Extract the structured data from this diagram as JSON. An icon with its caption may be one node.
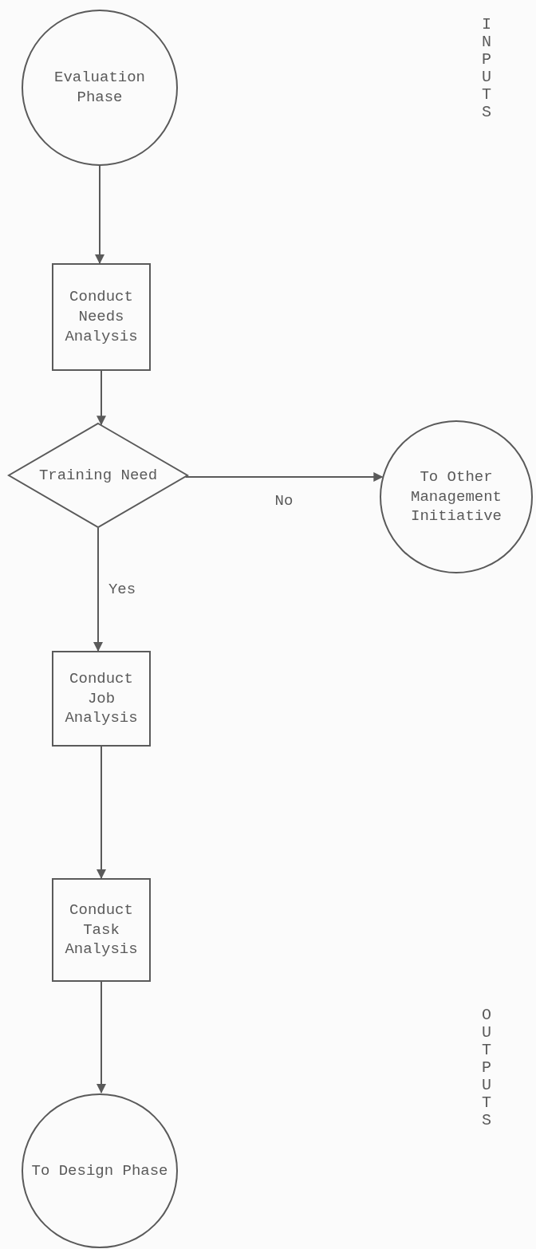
{
  "diagram": {
    "nodes": [
      {
        "text": [
          "Evaluation Phase"
        ]
      },
      {
        "text": [
          "Conduct Needs Analysis"
        ]
      },
      {
        "text": [
          "Training Need"
        ]
      },
      {
        "text": [
          "To Other Management Initiative"
        ]
      },
      {
        "text": [
          "Conduct Job Analysis"
        ]
      },
      {
        "text": [
          "Conduct Task Analysis"
        ]
      },
      {
        "text": [
          "To Design Phase"
        ]
      }
    ],
    "edges": [
      {
        "from": 0,
        "to": 1,
        "arrow": "to"
      },
      {
        "from": 1,
        "to": 2,
        "arrow": "to"
      },
      {
        "from": 2,
        "to": 3,
        "arrow": "to",
        "label": "No"
      },
      {
        "from": 2,
        "to": 4,
        "arrow": "to",
        "label": "Yes"
      },
      {
        "from": 4,
        "to": 5,
        "arrow": "to"
      },
      {
        "from": 5,
        "to": 6,
        "arrow": "to"
      }
    ],
    "labels": [
      "INPUTS",
      "OUTPUTS"
    ]
  }
}
